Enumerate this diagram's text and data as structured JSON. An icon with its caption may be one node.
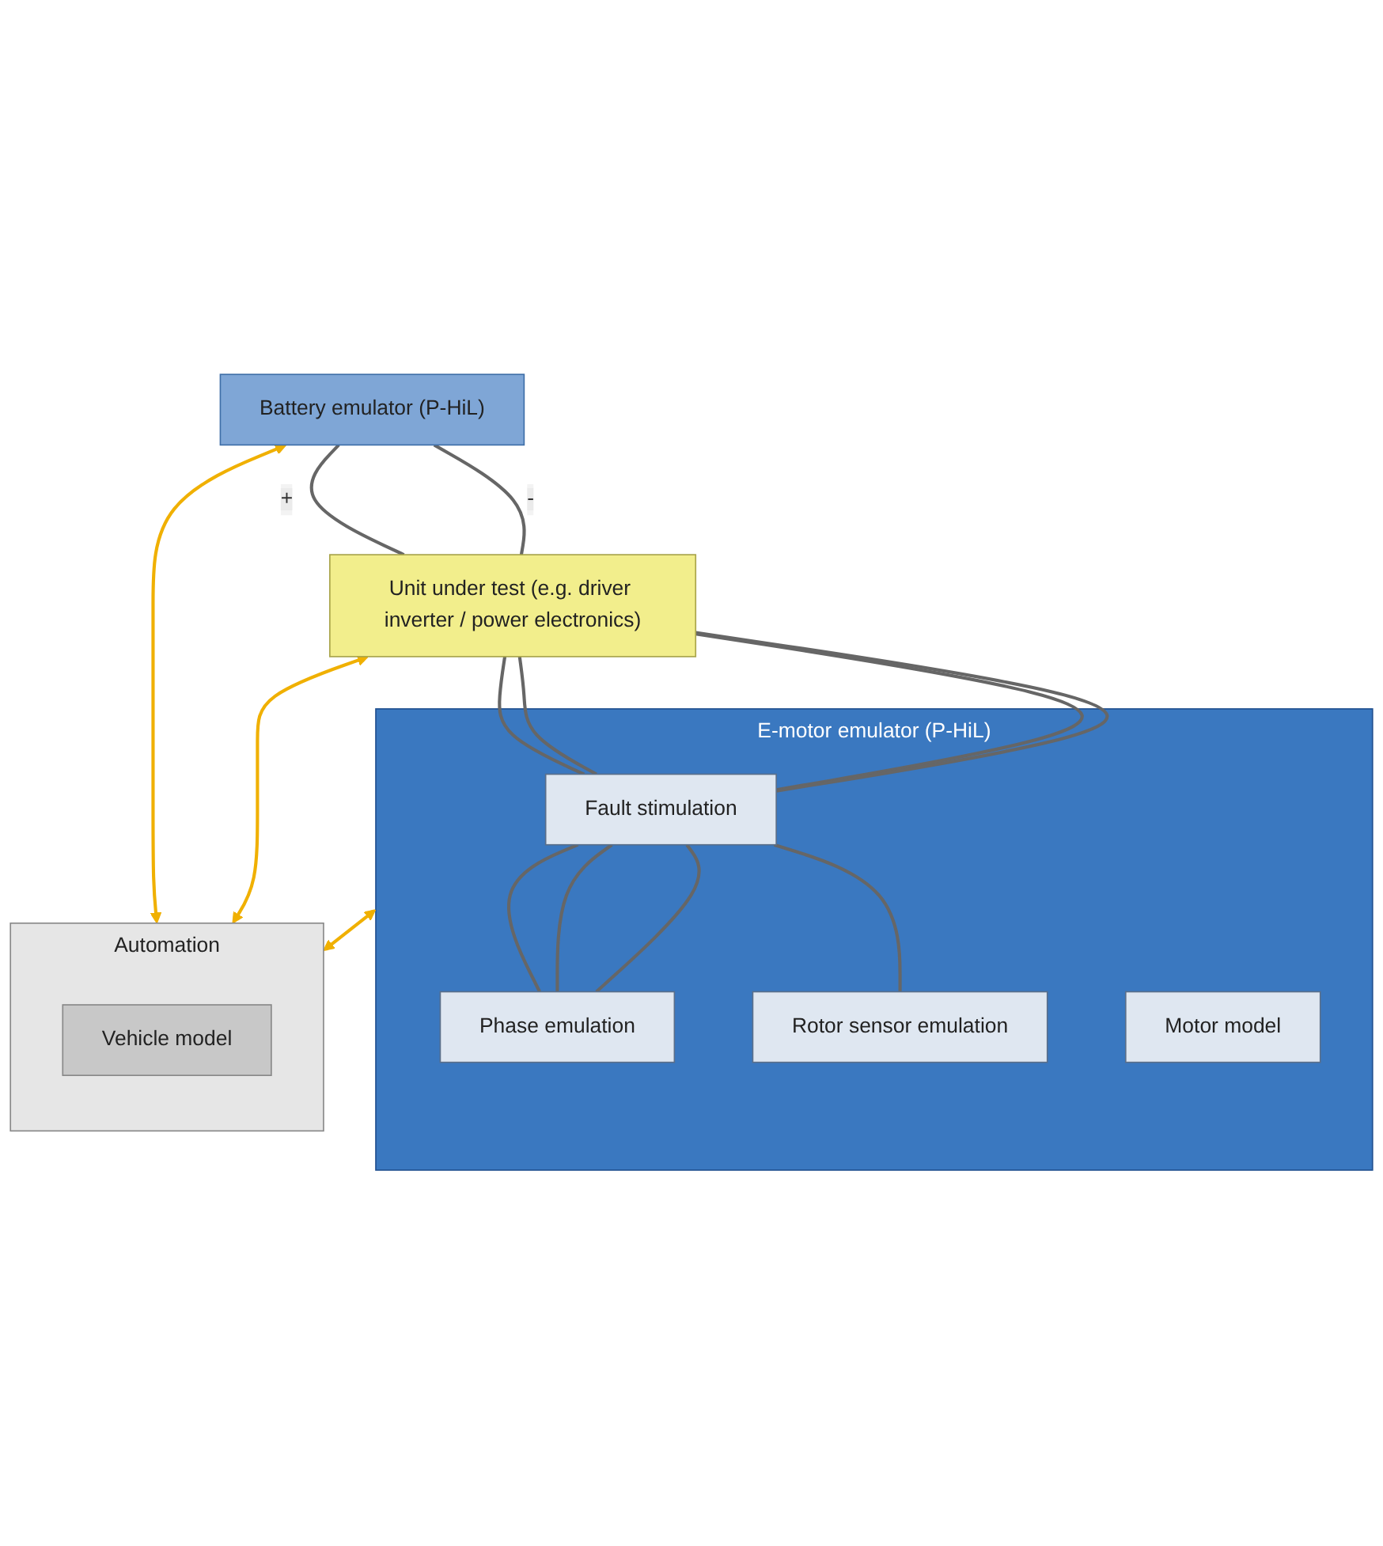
{
  "diagram": {
    "nodes": [
      {
        "text": [
          "Battery emulator (P-HiL)"
        ]
      },
      {
        "text": [
          "Unit under test (e.g. driver inverter / power electronics)"
        ]
      },
      {
        "text": [
          "E-motor emulator (P-HiL)"
        ]
      },
      {
        "text": [
          "Fault stimulation"
        ],
        "in": 2
      },
      {
        "text": [
          "Phase emulation"
        ],
        "in": 2
      },
      {
        "text": [
          "Rotor sensor emulation"
        ],
        "in": 2
      },
      {
        "text": [
          "Motor model"
        ],
        "in": 2
      },
      {
        "text": [
          "Automation"
        ]
      },
      {
        "text": [
          "Vehicle model"
        ],
        "in": 7
      }
    ],
    "edges": [
      {
        "from": 0,
        "to": 1,
        "arrow": "none",
        "label": "+"
      },
      {
        "from": 0,
        "to": 1,
        "arrow": "none",
        "label": "-"
      },
      {
        "from": 0,
        "to": 7,
        "arrow": "both",
        "color": "#f0b000"
      },
      {
        "from": 1,
        "to": 7,
        "arrow": "both",
        "color": "#f0b000"
      },
      {
        "from": 2,
        "to": 7,
        "arrow": "both",
        "color": "#f0b000"
      },
      {
        "from": 1,
        "to": 3,
        "arrow": "none"
      },
      {
        "from": 1,
        "to": 3,
        "arrow": "none"
      },
      {
        "from": 1,
        "to": 3,
        "arrow": "none"
      },
      {
        "from": 1,
        "to": 3,
        "arrow": "none"
      },
      {
        "from": 3,
        "to": 4,
        "arrow": "none"
      },
      {
        "from": 3,
        "to": 4,
        "arrow": "none"
      },
      {
        "from": 3,
        "to": 4,
        "arrow": "none"
      },
      {
        "from": 3,
        "to": 5,
        "arrow": "none"
      }
    ]
  }
}
